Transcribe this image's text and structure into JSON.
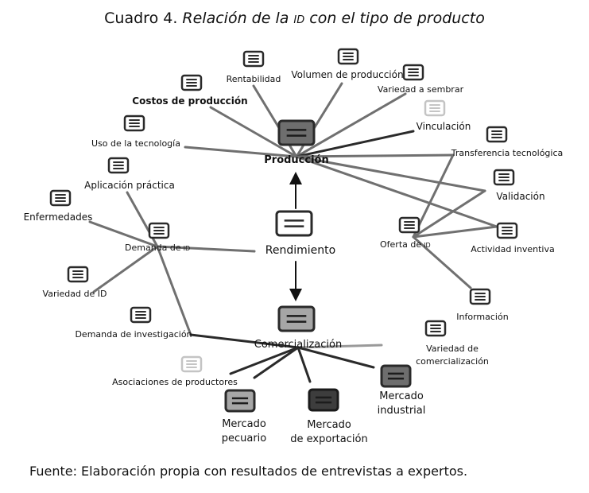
{
  "title": {
    "prefix": "Cuadro 4.",
    "italic_start": "Relación de la ",
    "smallcaps": "ID",
    "italic_end": " con el tipo de producto"
  },
  "source": "Fuente: Elaboración propia con resultados de entrevistas a expertos.",
  "colors": {
    "dark": "#3d3d3d",
    "medium": "#6e6e6e",
    "light": "#a6a6a6",
    "lighter": "#c4c4c4"
  },
  "nodes": [
    {
      "id": "produccion",
      "label": "Producción",
      "icon": "server-icon",
      "shade": "medium"
    },
    {
      "id": "rendimiento",
      "label": "Rendimiento",
      "icon": "server-icon",
      "shade": "outline"
    },
    {
      "id": "comercializacion",
      "label": "Comercialización",
      "icon": "server-icon",
      "shade": "light"
    },
    {
      "id": "demanda_id",
      "label": "Demanda de",
      "label_small": "ID",
      "icon": "server-icon",
      "shade": "outline"
    },
    {
      "id": "oferta_id",
      "label": "Oferta de",
      "label_small": "ID",
      "icon": "server-icon",
      "shade": "outline"
    },
    {
      "id": "rentabilidad",
      "label": "Rentabilidad",
      "icon": "server-icon",
      "shade": "outline"
    },
    {
      "id": "volumen",
      "label": "Volumen de producción",
      "icon": "server-icon",
      "shade": "outline"
    },
    {
      "id": "variedad_sembrar",
      "label": "Variedad a sembrar",
      "icon": "server-icon",
      "shade": "outline"
    },
    {
      "id": "costos",
      "label": "Costos de producción",
      "icon": "server-icon",
      "shade": "outline"
    },
    {
      "id": "uso_tec",
      "label": "Uso de  la tecnología",
      "icon": "server-icon",
      "shade": "outline"
    },
    {
      "id": "vinculacion",
      "label": "Vinculación",
      "icon": "server-icon",
      "shade": "faded"
    },
    {
      "id": "transferencia",
      "label": "Transferencia tecnológica",
      "icon": "server-icon",
      "shade": "outline"
    },
    {
      "id": "validacion",
      "label": "Validación",
      "icon": "server-icon",
      "shade": "outline"
    },
    {
      "id": "actividad",
      "label": "Actividad inventiva",
      "icon": "server-icon",
      "shade": "outline"
    },
    {
      "id": "informacion",
      "label": "Información",
      "icon": "server-icon",
      "shade": "outline"
    },
    {
      "id": "aplicacion",
      "label": "Aplicación  práctica",
      "icon": "server-icon",
      "shade": "outline"
    },
    {
      "id": "enfermedades",
      "label": "Enfermedades",
      "icon": "server-icon",
      "shade": "outline"
    },
    {
      "id": "variedad_id",
      "label": "Variedad de ID",
      "icon": "server-icon",
      "shade": "outline"
    },
    {
      "id": "demanda_inv",
      "label": "Demanda de investigación",
      "icon": "server-icon",
      "shade": "outline"
    },
    {
      "id": "variedad_com",
      "label": "Variedad de",
      "label2": "comercialización",
      "icon": "server-icon",
      "shade": "outline"
    },
    {
      "id": "asociaciones",
      "label": "Asociaciones de productores",
      "icon": "server-icon",
      "shade": "faded"
    },
    {
      "id": "pecuario",
      "label": "Mercado",
      "label2": "pecuario",
      "icon": "server-icon",
      "shade": "light"
    },
    {
      "id": "exportacion",
      "label": "Mercado",
      "label2": "de exportación",
      "icon": "server-icon",
      "shade": "dark"
    },
    {
      "id": "industrial",
      "label": "Mercado",
      "label2": "industrial",
      "icon": "server-icon",
      "shade": "medium"
    }
  ],
  "edges": [
    {
      "from": "rentabilidad",
      "to": "produccion",
      "tone": "medium"
    },
    {
      "from": "volumen",
      "to": "produccion",
      "tone": "medium"
    },
    {
      "from": "variedad_sembrar",
      "to": "produccion",
      "tone": "medium"
    },
    {
      "from": "costos",
      "to": "produccion",
      "tone": "medium"
    },
    {
      "from": "uso_tec",
      "to": "produccion",
      "tone": "medium"
    },
    {
      "from": "vinculacion",
      "to": "produccion",
      "tone": "dark"
    },
    {
      "from": "transferencia",
      "to": "produccion",
      "tone": "medium"
    },
    {
      "from": "validacion",
      "to": "produccion",
      "tone": "medium"
    },
    {
      "from": "actividad",
      "to": "produccion",
      "tone": "medium"
    },
    {
      "from": "transferencia",
      "to": "oferta_id",
      "tone": "medium"
    },
    {
      "from": "validacion",
      "to": "oferta_id",
      "tone": "medium"
    },
    {
      "from": "actividad",
      "to": "oferta_id",
      "tone": "medium"
    },
    {
      "from": "informacion",
      "to": "oferta_id",
      "tone": "medium"
    },
    {
      "from": "aplicacion",
      "to": "demanda_id",
      "tone": "medium"
    },
    {
      "from": "enfermedades",
      "to": "demanda_id",
      "tone": "medium"
    },
    {
      "from": "variedad_id",
      "to": "demanda_id",
      "tone": "medium"
    },
    {
      "from": "demanda_inv",
      "to": "demanda_id",
      "tone": "medium"
    },
    {
      "from": "rendimiento",
      "to": "demanda_id",
      "tone": "medium"
    },
    {
      "from": "rendimiento",
      "to": "produccion",
      "tone": "arrow"
    },
    {
      "from": "rendimiento",
      "to": "comercializacion",
      "tone": "arrow"
    },
    {
      "from": "demanda_inv",
      "to": "comercializacion",
      "tone": "dark"
    },
    {
      "from": "variedad_com",
      "to": "comercializacion",
      "tone": "light"
    },
    {
      "from": "asociaciones",
      "to": "comercializacion",
      "tone": "dark"
    },
    {
      "from": "pecuario",
      "to": "comercializacion",
      "tone": "dark"
    },
    {
      "from": "exportacion",
      "to": "comercializacion",
      "tone": "dark"
    },
    {
      "from": "industrial",
      "to": "comercializacion",
      "tone": "dark"
    }
  ]
}
